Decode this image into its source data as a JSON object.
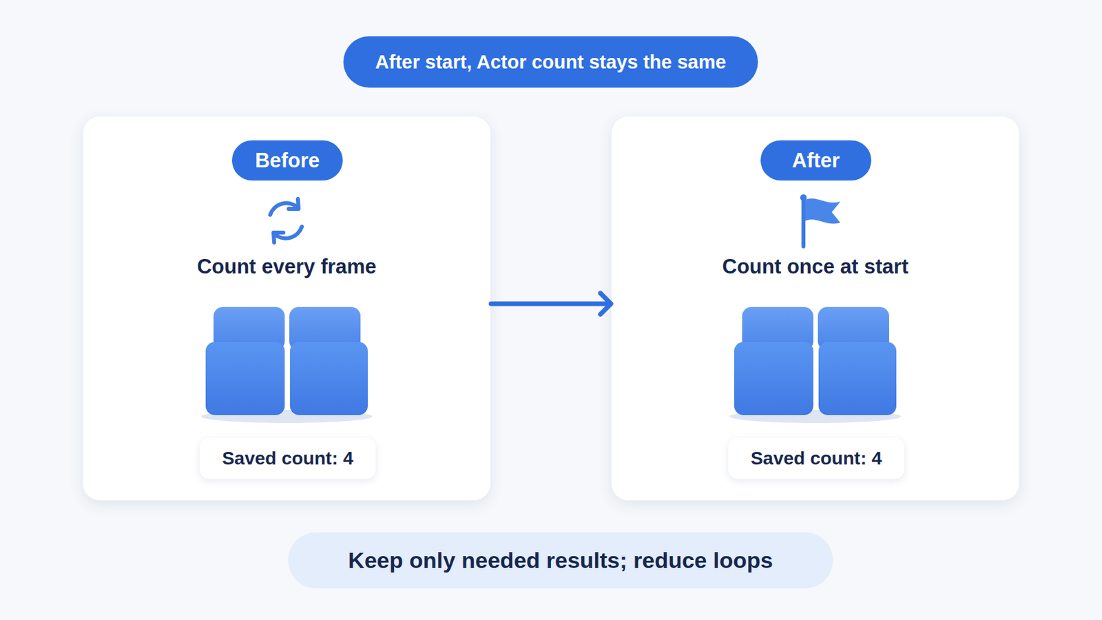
{
  "diagram": {
    "title": "After start, Actor count stays the same",
    "caption": "Keep only needed results; reduce loops",
    "nodes": [
      {
        "text": [
          "Count every frame"
        ]
      },
      {
        "text": [
          "Before"
        ],
        "in": 0
      },
      {
        "text": [
          "Saved count: 4"
        ],
        "in": 0
      },
      {
        "text": [
          "Count once at start"
        ]
      },
      {
        "text": [
          "After"
        ],
        "in": 3
      },
      {
        "text": [
          "Saved count: 4"
        ],
        "in": 3
      }
    ],
    "edges": [
      {
        "from": 0,
        "to": 3,
        "arrow": "to"
      }
    ]
  }
}
